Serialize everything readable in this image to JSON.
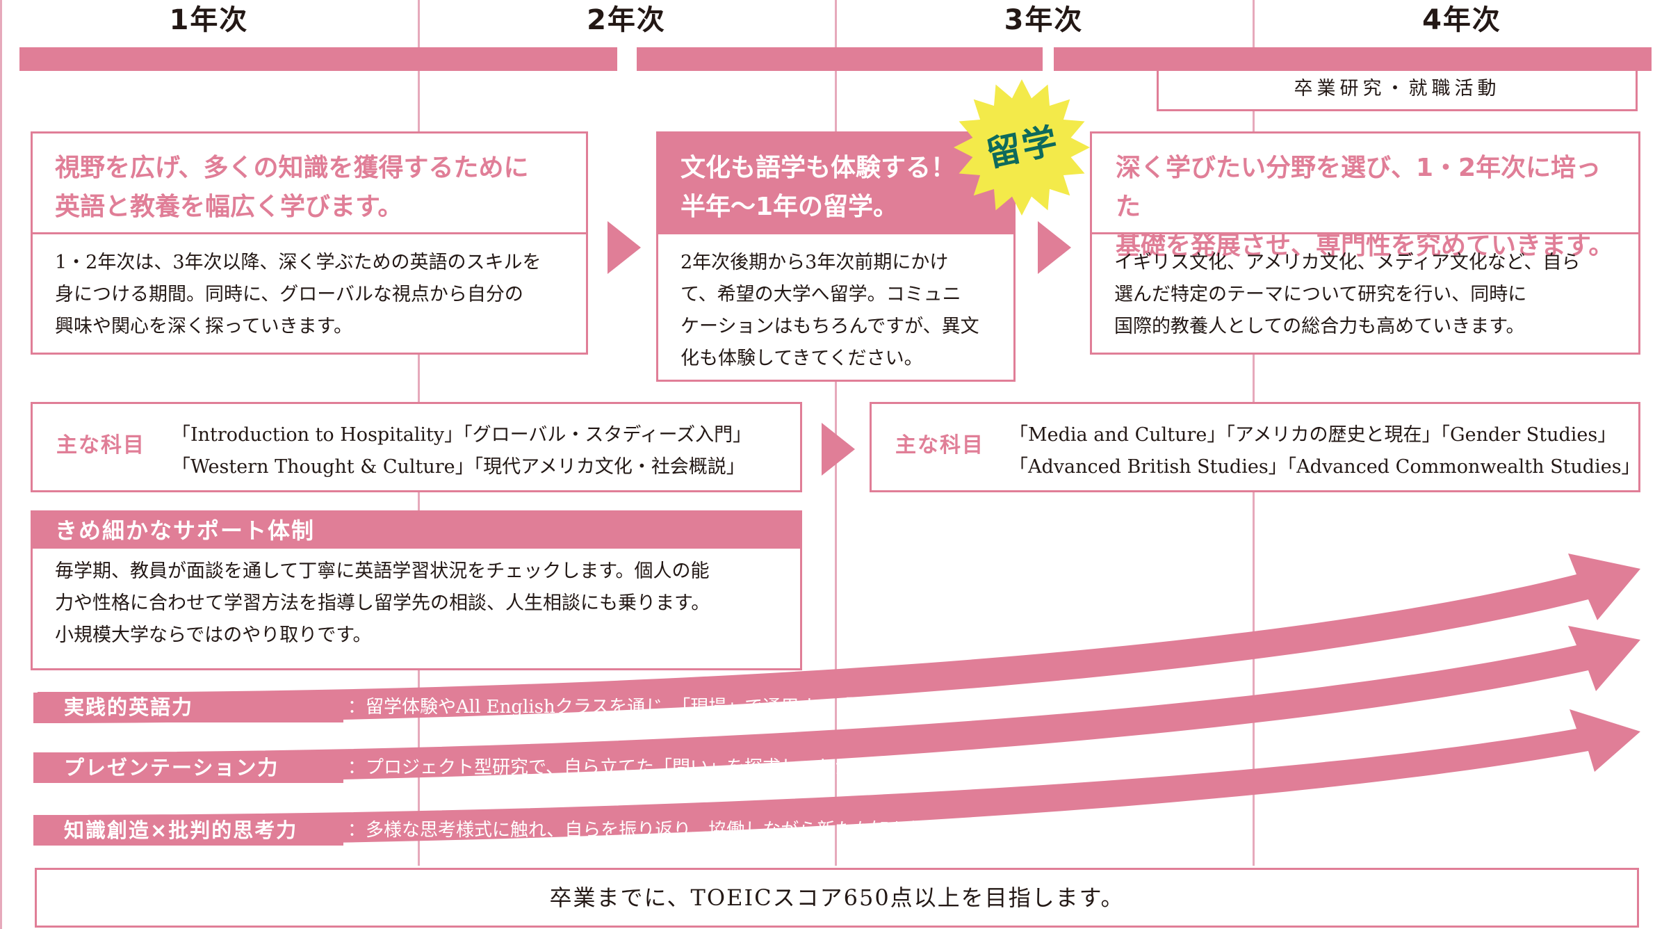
{
  "years": [
    {
      "label": "1年次"
    },
    {
      "label": "2年次"
    },
    {
      "label": "3年次"
    },
    {
      "label": "4年次"
    }
  ],
  "thesis_label": "卒業研究・就職活動",
  "ryugaku_badge": "留学",
  "box1": {
    "title": [
      "視野を広げ、多くの知識を獲得するために",
      "英語と教養を幅広く学びます。"
    ],
    "body": [
      "1・2年次は、3年次以降、深く学ぶための英語のスキルを",
      "身につける期間。同時に、グローバルな視点から自分の",
      "興味や関心を深く探っていきます。"
    ]
  },
  "box2": {
    "title": [
      "文化も語学も体験する！",
      "半年〜1年の留学。"
    ],
    "body": [
      "2年次後期から3年次前期にかけ",
      "て、希望の大学へ留学。コミュニ",
      "ケーションはもちろんですが、異文",
      "化も体験してきてください。"
    ]
  },
  "box3": {
    "title": [
      "深く学びたい分野を選び、1・2年次に培った",
      "基礎を発展させ、専門性を究めていきます。"
    ],
    "body": [
      "イギリス文化、アメリカ文化、メディア文化など、自ら",
      "選んだ特定のテーマについて研究を行い、同時に",
      "国際的教養人としての総合力も高めていきます。"
    ]
  },
  "subjects_left": {
    "label": "主な科目",
    "lines": [
      "「Introduction to Hospitality」「グローバル・スタディーズ入門」",
      "「Western Thought & Culture」「現代アメリカ文化・社会概説」"
    ]
  },
  "subjects_right": {
    "label": "主な科目",
    "lines": [
      "「Media and Culture」「アメリカの歴史と現在」「Gender Studies」",
      "「Advanced British Studies」「Advanced Commonwealth Studies」"
    ]
  },
  "support": {
    "title": "きめ細かなサポート体制",
    "body": [
      "毎学期、教員が面談を通して丁寧に英語学習状況をチェックします。個人の能",
      "力や性格に合わせて学習方法を指導し留学先の相談、人生相談にも乗ります。",
      "小規模大学ならではのやり取りです。"
    ]
  },
  "skills": [
    {
      "label": "実践的英語力",
      "text": "：留学体験やAll Englishクラスを通じ、「現場」で通用する「言語力」を身につけます。"
    },
    {
      "label": "プレゼンテーション力",
      "text": "：プロジェクト型研究で、自ら立てた「問い」を探求し、わかりやすく伝える力を鍛えます。"
    },
    {
      "label": "知識創造×批判的思考力",
      "text": "：多様な思考様式に触れ、自らを振り返り、協働しながら新たな知を創造する力を養います。"
    }
  ],
  "goal": "卒業までに、TOEICスコア650点以上を目指します。",
  "colors": {
    "accent": "#e07e97",
    "light": "#e6a9bb",
    "badge": "#f3ea4a",
    "badge_text": "#0e6a5c"
  }
}
